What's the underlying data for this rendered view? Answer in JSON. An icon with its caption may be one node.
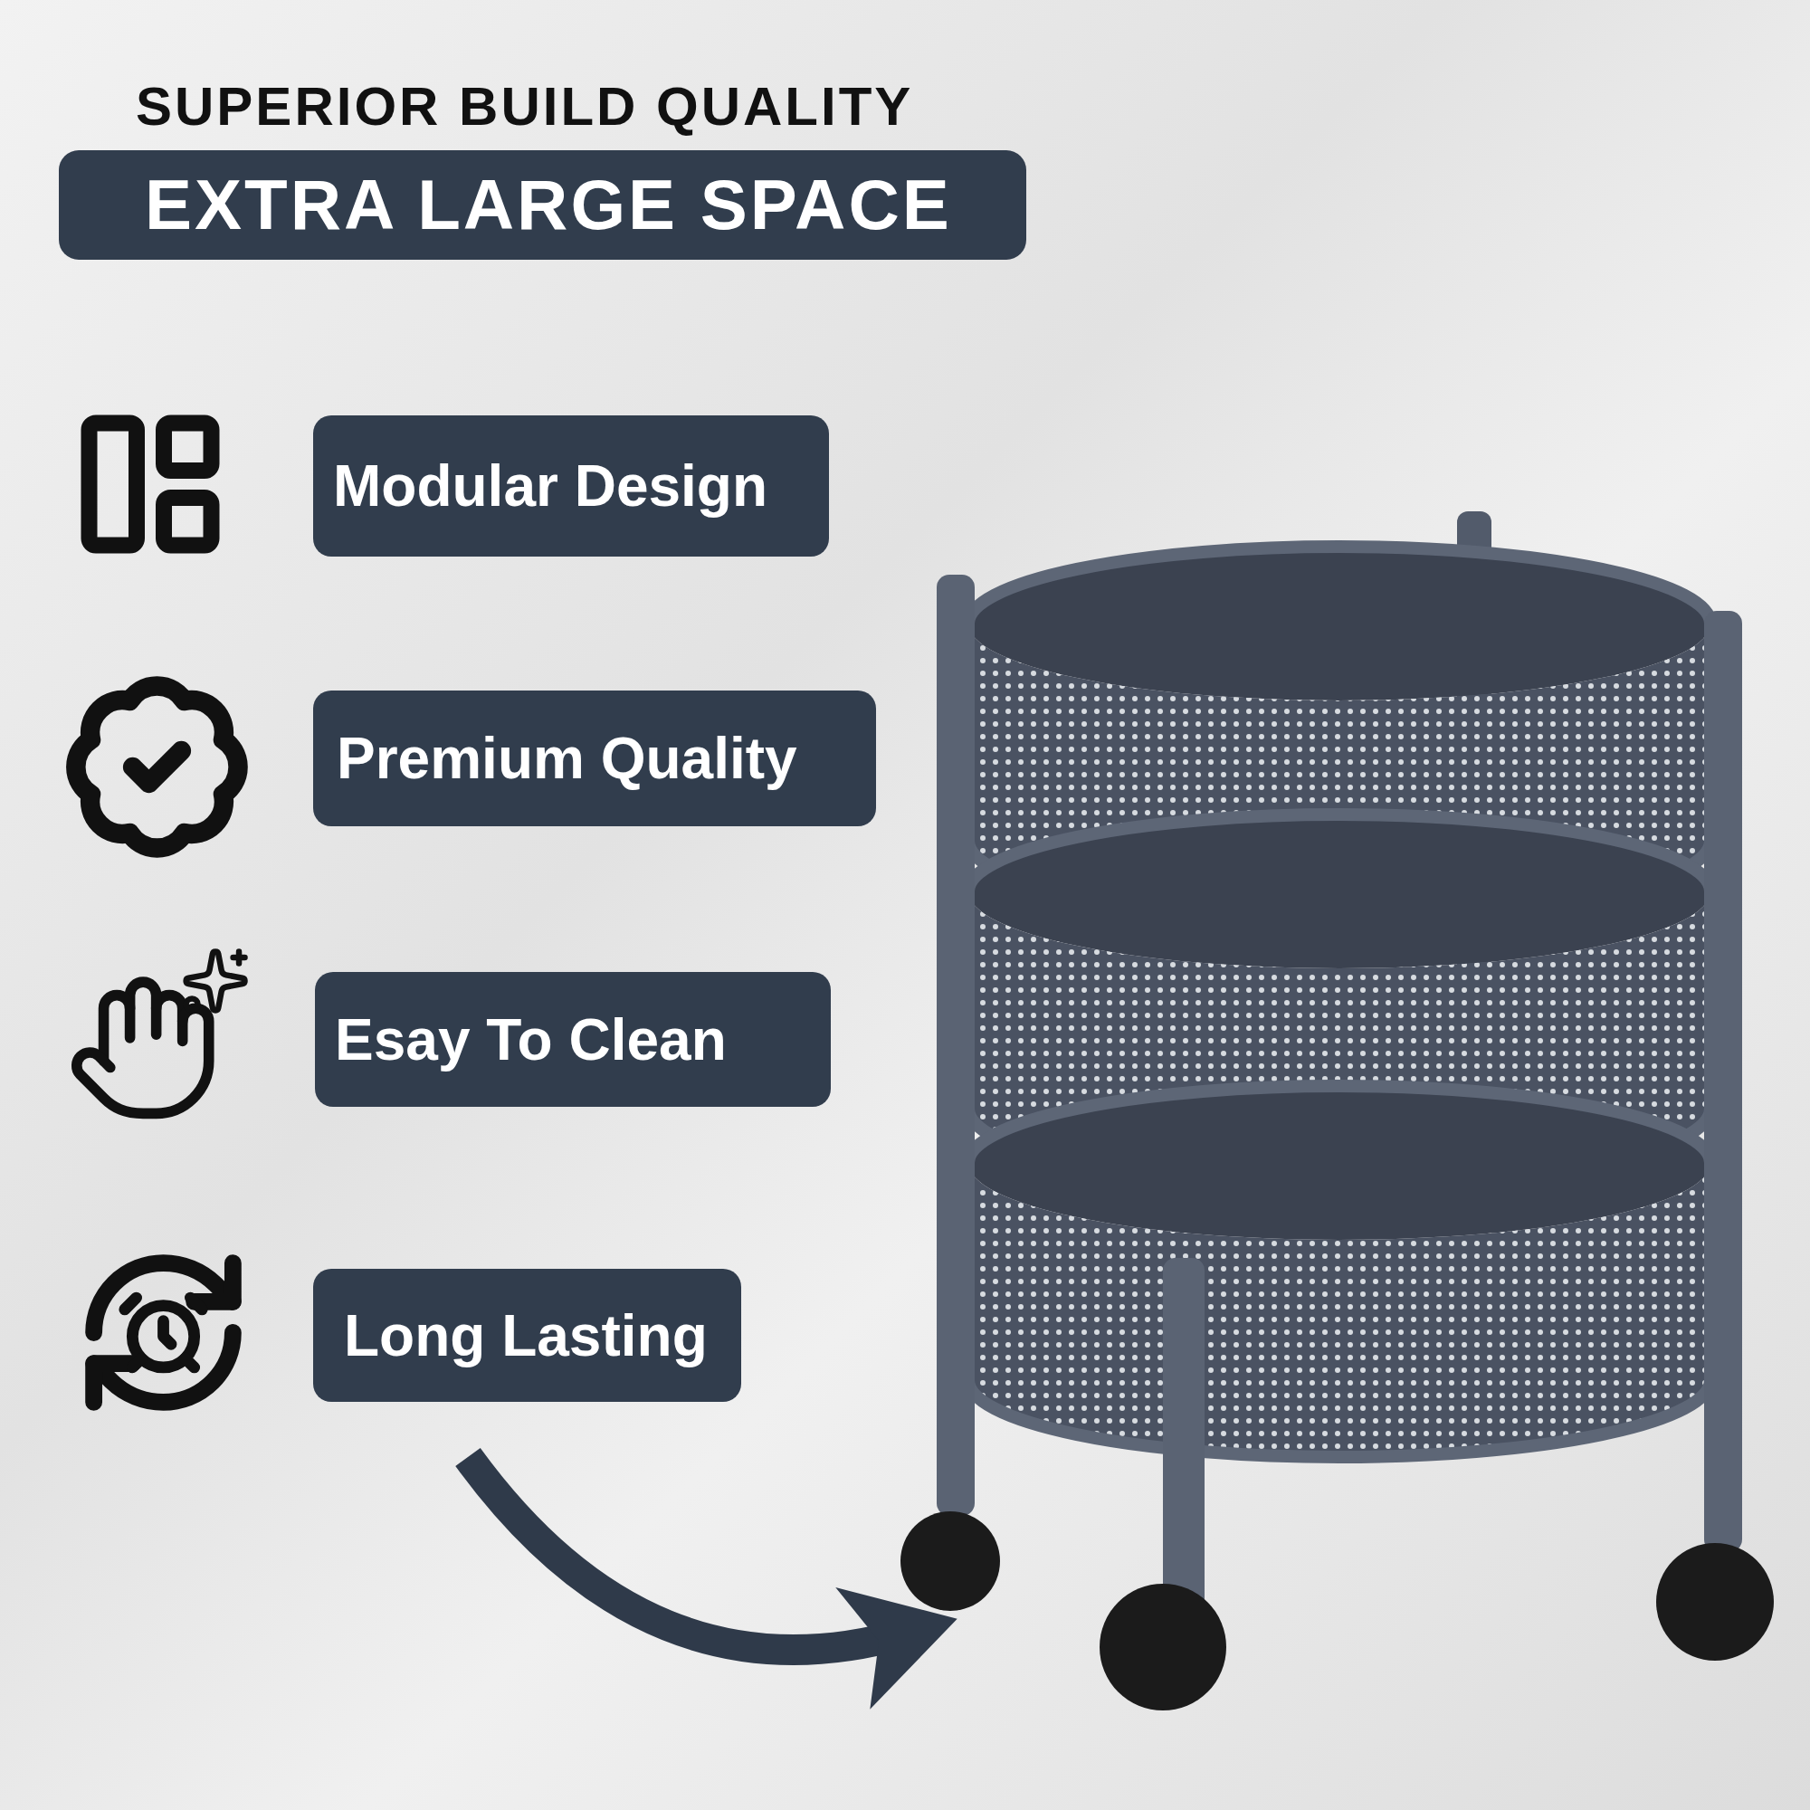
{
  "diagram": {
    "title": "SUPERIOR BUILD QUALITY",
    "nodes": [
      {
        "text": [
          "EXTRA LARGE SPACE"
        ]
      },
      {
        "text": [
          "Modular Design"
        ]
      },
      {
        "text": [
          "Premium Quality"
        ]
      },
      {
        "text": [
          "Esay To Clean"
        ]
      },
      {
        "text": [
          "Long Lasting"
        ]
      },
      {
        "text": [],
        "shape": "picture"
      }
    ],
    "edges": [
      {
        "from": null,
        "to": 5,
        "arrow": "to"
      }
    ]
  }
}
